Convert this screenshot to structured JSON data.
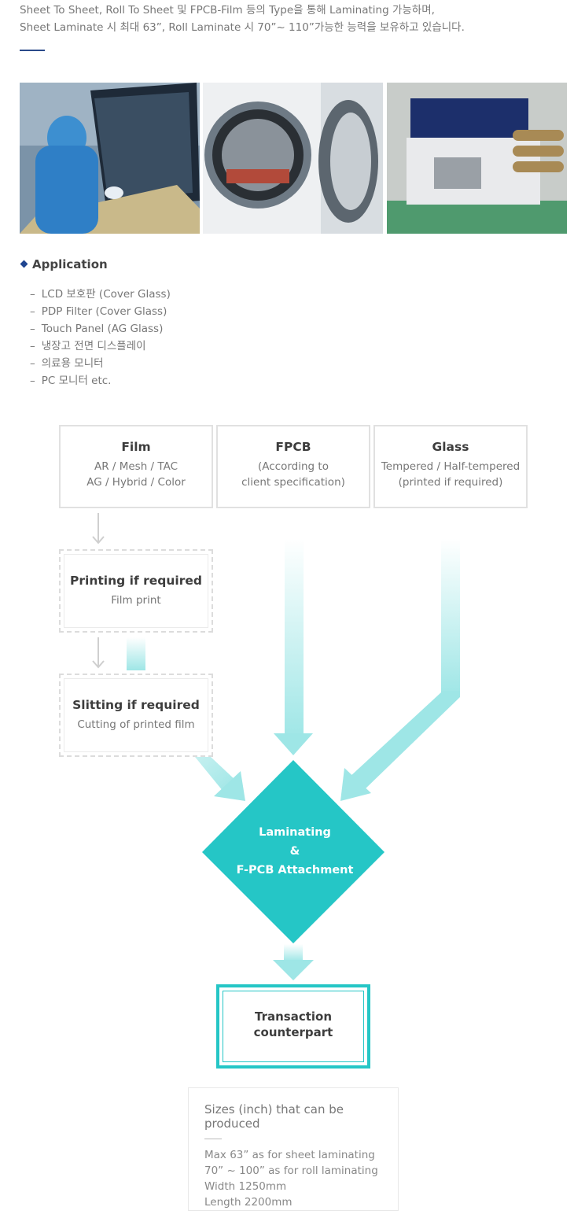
{
  "intro": {
    "line1": "Sheet To Sheet, Roll To Sheet 및 FPCB-Film 등의 Type을 통해 Laminating 가능하며,",
    "line2": "Sheet Laminate 시 최대 63”, Roll Laminate 시 70”~ 110”가능한 능력을 보유하고 있습니다."
  },
  "application": {
    "title": "Application",
    "items": [
      "LCD 보호판 (Cover Glass)",
      "PDP Filter (Cover Glass)",
      "Touch Panel (AG Glass)",
      "냉장고 전면 디스플레이",
      "의료용 모니터",
      "PC 모니터 etc."
    ]
  },
  "materials": [
    {
      "title": "Film",
      "lines": [
        "AR / Mesh / TAC",
        "AG / Hybrid / Color"
      ]
    },
    {
      "title": "FPCB",
      "lines": [
        "(According to",
        "client specification)"
      ]
    },
    {
      "title": "Glass",
      "lines": [
        "Tempered / Half-tempered",
        "(printed if required)"
      ]
    }
  ],
  "steps": {
    "printing": {
      "title": "Printing if required",
      "sub": "Film print"
    },
    "slitting": {
      "title": "Slitting if required",
      "sub": "Cutting of printed film"
    }
  },
  "laminating": {
    "line1": "Laminating",
    "line2": "&",
    "line3": "F-PCB Attachment"
  },
  "result": {
    "line1": "Transaction",
    "line2": "counterpart"
  },
  "sizes": {
    "title": "Sizes (inch) that can be produced",
    "lines": [
      "Max 63” as for sheet laminating",
      "70” ~ 100” as for roll laminating",
      "Width 1250mm",
      "Length 2200mm"
    ]
  },
  "colors": {
    "accent": "#25c6c6",
    "arrow": "#9ee6e6",
    "brand": "#1f4590"
  }
}
